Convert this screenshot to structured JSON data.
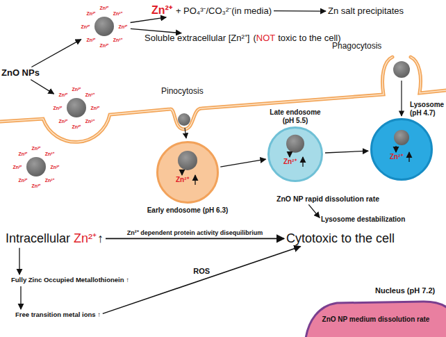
{
  "diagram": {
    "nodes": [
      {
        "text": [
          "ZnO NPs"
        ]
      },
      {
        "text": [
          "Zn²⁺",
          "+ PO₄³⁻/CO₃²⁻(in media)"
        ]
      },
      {
        "text": [
          "Zn salt precipitates"
        ]
      },
      {
        "text": [
          "Soluble extracellular [Zn²⁺]",
          "(",
          "NOT",
          "toxic to the cell)"
        ]
      },
      {
        "text": [
          "Zn²⁺",
          "Zn²⁺",
          "Zn²⁺",
          "Zn²⁺",
          "Zn²⁺",
          "Zn²⁺",
          "Zn²⁺",
          "Zn²⁺"
        ]
      },
      {
        "text": [
          "Zn²⁺",
          "Zn²⁺",
          "Zn²⁺",
          "Zn²⁺",
          "Zn²⁺",
          "Zn²⁺",
          "Zn²⁺",
          "Zn²⁺"
        ]
      },
      {
        "text": [
          "Zn²⁺",
          "Zn²⁺",
          "Zn²⁺",
          "Zn²⁺",
          "Zn²⁺",
          "Zn²⁺",
          "Zn²⁺",
          "Zn²⁺"
        ]
      },
      {
        "text": [
          "Early endosome (pH 6.3)",
          "Zn²⁺"
        ]
      },
      {
        "text": [
          "Late endosome (pH 5.5)",
          "Zn²⁺"
        ]
      },
      {
        "text": [
          "Lysosome (pH 4.7)",
          "Zn²⁺"
        ]
      },
      {
        "text": [
          "ZnO NP rapid dissolution rate"
        ]
      },
      {
        "text": [
          "Lysosome destabilization"
        ]
      },
      {
        "text": [
          "Intracellular",
          "Zn²⁺",
          "↑"
        ]
      },
      {
        "text": [
          "Cytotoxic to the cell"
        ]
      },
      {
        "text": [
          "Fully Zinc Occupied Metallothionein ↑"
        ]
      },
      {
        "text": [
          "Free transition metal ions ↑"
        ]
      },
      {
        "text": [
          "Nucleus (pH 7.2)",
          "ZnO NP medium dissolution rate"
        ]
      }
    ],
    "edges": [
      {
        "from": 0,
        "to": 4,
        "arrow": "to"
      },
      {
        "from": 0,
        "to": 5,
        "arrow": "to"
      },
      {
        "from": 4,
        "to": 1,
        "arrow": "to"
      },
      {
        "from": 4,
        "to": 3,
        "arrow": "to"
      },
      {
        "from": 1,
        "to": 2,
        "arrow": "to"
      },
      {
        "from": 7,
        "to": 8,
        "arrow": "to"
      },
      {
        "from": 8,
        "to": 9,
        "arrow": "to"
      },
      {
        "from": 10,
        "to": 11,
        "arrow": "to"
      },
      {
        "from": 12,
        "to": 13,
        "label": "Zn²⁺ dependent protein activity disequilibrium",
        "arrow": "to"
      },
      {
        "from": 12,
        "to": 14,
        "arrow": "to"
      },
      {
        "from": 14,
        "to": 15,
        "arrow": "to"
      },
      {
        "from": 15,
        "to": 13,
        "label": "ROS",
        "arrow": "to"
      }
    ],
    "labels": [
      "Pinocytosis",
      "Phagocytosis"
    ]
  }
}
